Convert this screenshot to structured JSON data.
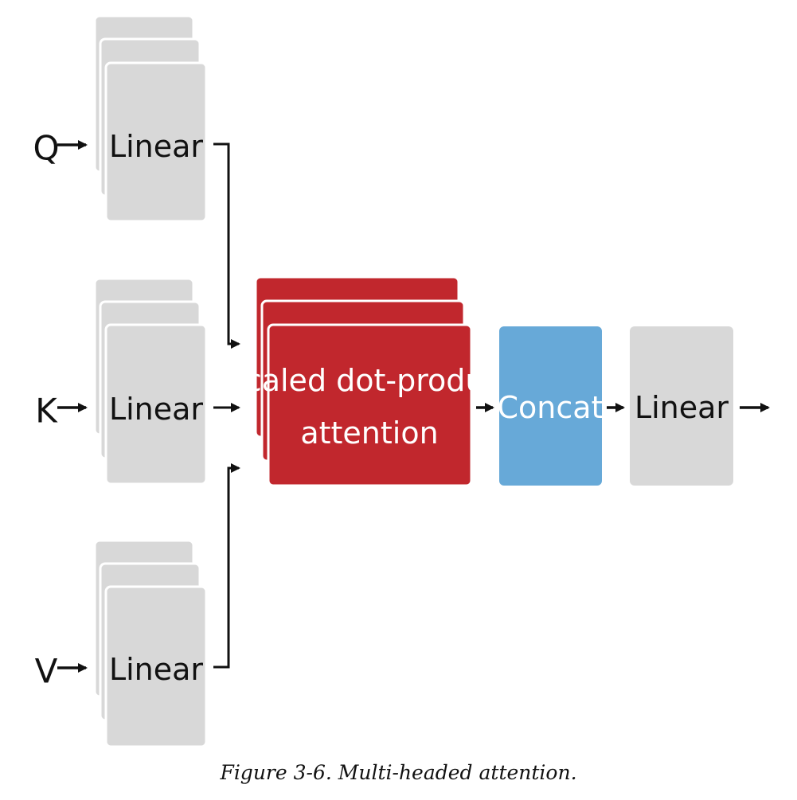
{
  "inputs": {
    "q": "Q",
    "k": "K",
    "v": "V"
  },
  "linear_label": "Linear",
  "attention": {
    "line1": "Scaled dot-product",
    "line2": "attention"
  },
  "concat_label": "Concat",
  "output_linear_label": "Linear",
  "caption": "Figure 3-6. Multi-headed attention.",
  "colors": {
    "linear_fill": "#d8d8d8",
    "stack_edge": "#ffffff",
    "attention_fill": "#c1272d",
    "concat_fill": "#67a9d8",
    "line": "#111111",
    "text_dark": "#111111",
    "text_light": "#ffffff"
  }
}
